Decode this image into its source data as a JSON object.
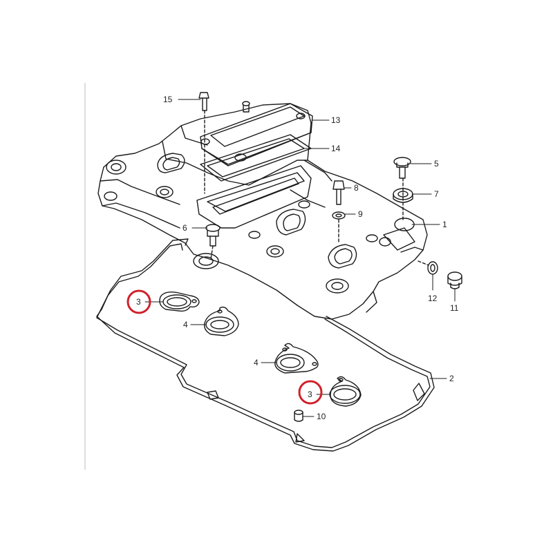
{
  "diagram": {
    "callouts": [
      {
        "id": "c1",
        "label": "1"
      },
      {
        "id": "c2",
        "label": "2"
      },
      {
        "id": "c3a",
        "label": "3",
        "highlighted": true
      },
      {
        "id": "c3b",
        "label": "3",
        "highlighted": true
      },
      {
        "id": "c4a",
        "label": "4"
      },
      {
        "id": "c4b",
        "label": "4"
      },
      {
        "id": "c5",
        "label": "5"
      },
      {
        "id": "c6",
        "label": "6"
      },
      {
        "id": "c7",
        "label": "7"
      },
      {
        "id": "c8",
        "label": "8"
      },
      {
        "id": "c9",
        "label": "9"
      },
      {
        "id": "c10",
        "label": "10"
      },
      {
        "id": "c11",
        "label": "11"
      },
      {
        "id": "c12",
        "label": "12"
      },
      {
        "id": "c13",
        "label": "13"
      },
      {
        "id": "c14",
        "label": "14"
      },
      {
        "id": "c15",
        "label": "15"
      }
    ],
    "colors": {
      "line": "#1a1a1a",
      "highlight": "#d0202a"
    }
  }
}
